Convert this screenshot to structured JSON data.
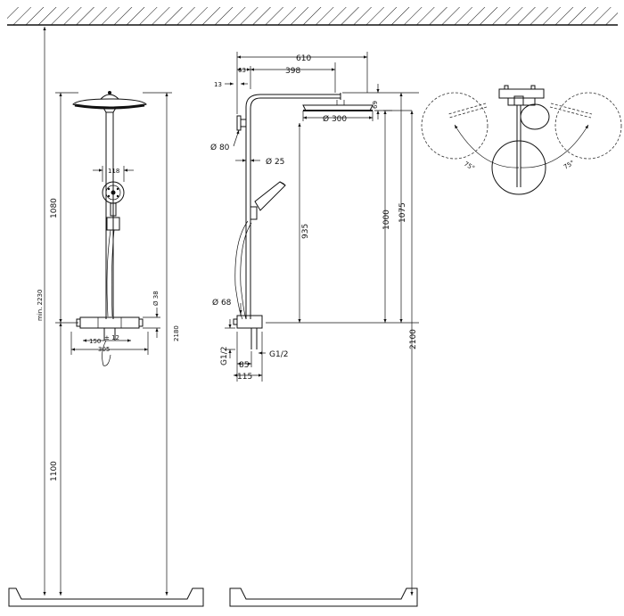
{
  "front_view": {
    "dim_total_height": "min. 2230",
    "dim_shower_height": "1080",
    "dim_mixer_height": "1100",
    "dim_overall": "2180",
    "dim_handshower": "118",
    "dim_mixer_dia": "Ø 38",
    "dim_spacing_a": "150",
    "dim_spacing_b": "± 12",
    "dim_width": "305"
  },
  "side_view": {
    "dim_arm_total": "610",
    "dim_wall": "63",
    "dim_arm": "398",
    "dim_bracket": "13",
    "dim_head_dia": "Ø 300",
    "dim_head_h": "69",
    "dim_rose": "Ø 80",
    "dim_pipe": "Ø 25",
    "dim_rail": "935",
    "dim_head_1000": "1000",
    "dim_head_1075": "1075",
    "dim_mixer_dia": "Ø 68",
    "dim_thread_v": "G1/2",
    "dim_thread_h": "G1/2",
    "dim_85": "85",
    "dim_115": "115",
    "dim_2100": "2100"
  },
  "top_view": {
    "angle_left": "75°",
    "angle_right": "75°"
  }
}
